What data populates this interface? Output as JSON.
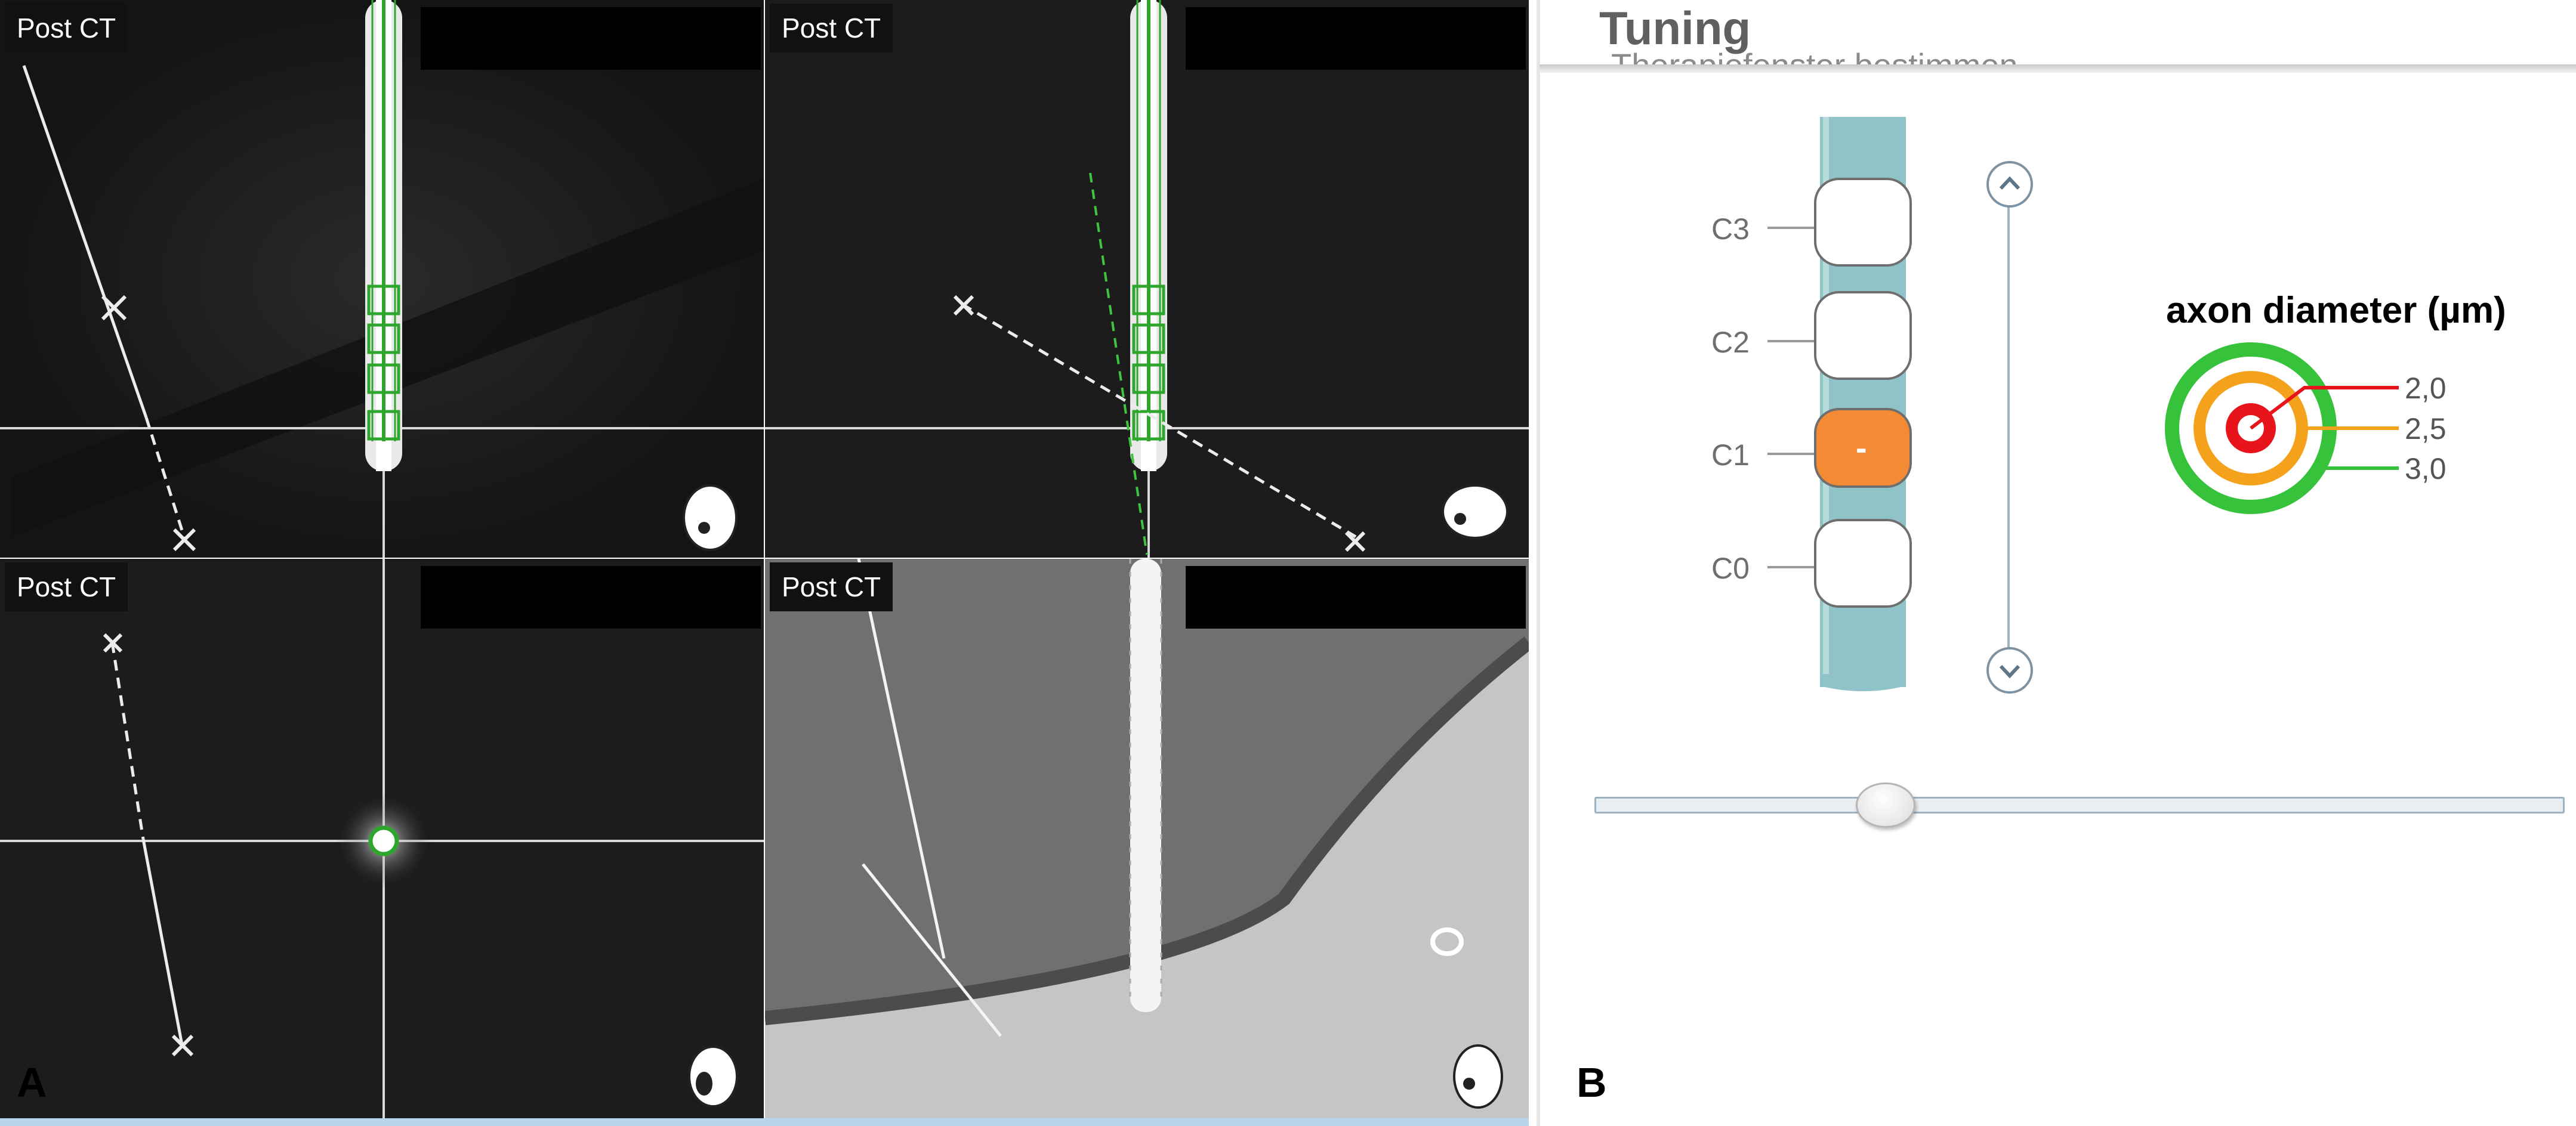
{
  "panel_a": {
    "letter": "A",
    "views": [
      {
        "label": "Post CT"
      },
      {
        "label": "Post CT"
      },
      {
        "label": "Post CT"
      },
      {
        "label": "Post CT"
      }
    ]
  },
  "panel_b": {
    "letter": "B",
    "title": "Tuning",
    "subtitle": "Therapiefenster bestimmen",
    "contacts": [
      {
        "label": "C3",
        "active": false
      },
      {
        "label": "C2",
        "active": false
      },
      {
        "label": "C1",
        "active": true,
        "polarity": "-"
      },
      {
        "label": "C0",
        "active": false
      }
    ],
    "legend": {
      "title": "axon diameter (µm)",
      "items": [
        {
          "value": "2,0",
          "color": "#e8141b"
        },
        {
          "value": "2,5",
          "color": "#f4a21c"
        },
        {
          "value": "3,0",
          "color": "#37c23b"
        }
      ]
    },
    "colors": {
      "lead": "#8fc3c7",
      "active_contact": "#f58a34",
      "slider_track": "#9fb2bf"
    },
    "scroll": {
      "up_icon": "chevron-up-icon",
      "down_icon": "chevron-down-icon"
    },
    "slider": {
      "position_fraction": 0.3
    }
  }
}
